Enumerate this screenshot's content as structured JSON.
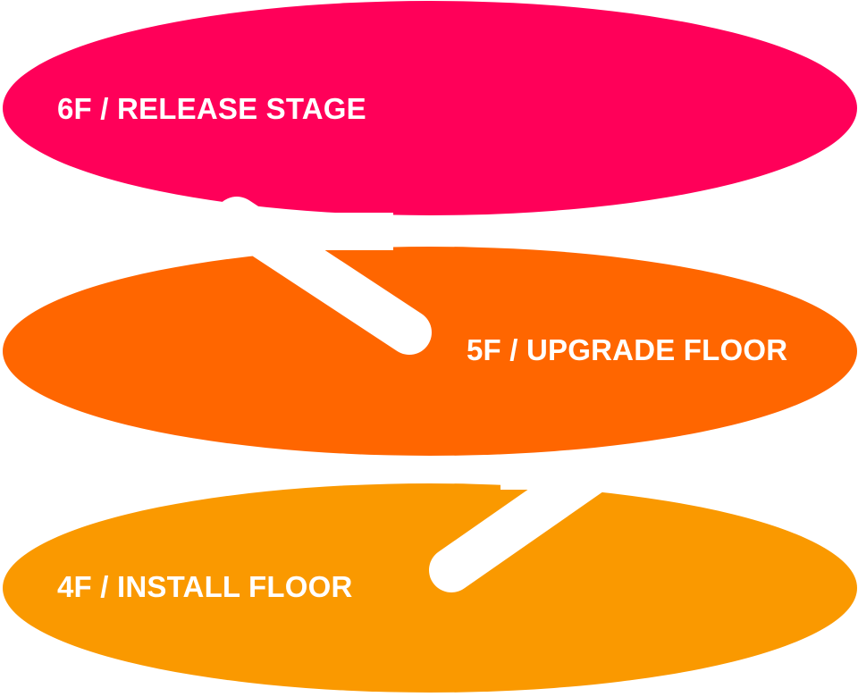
{
  "diagram": {
    "floors": [
      {
        "id": "6f",
        "label": "6F / RELEASE STAGE",
        "color": "#FF0059"
      },
      {
        "id": "5f",
        "label": "5F / UPGRADE FLOOR",
        "color": "#FF6600"
      },
      {
        "id": "4f",
        "label": "4F / INSTALL FLOOR",
        "color": "#FA9900"
      }
    ],
    "connector_color": "#FFFFFF"
  }
}
